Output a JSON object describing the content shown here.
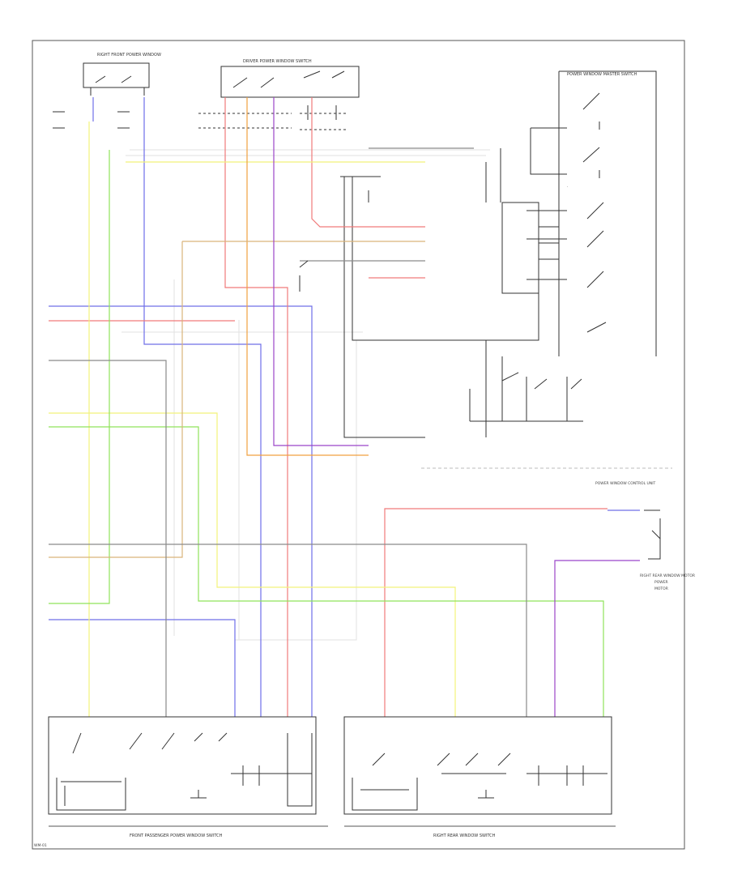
{
  "colors": {
    "blue": "#6f6fe8",
    "red": "#f07a7a",
    "yellow": "#f2f27a",
    "green": "#8fe35a",
    "orange": "#f0a040",
    "tan": "#d9b37a",
    "purple": "#9b45c9",
    "gray": "#8a8a8a",
    "dark": "#333333",
    "light": "#cccccc"
  },
  "labels": {
    "component_top_left": "RIGHT FRONT POWER WINDOW",
    "component_top_center": "DRIVER POWER WINDOW SWITCH",
    "component_right": "POWER WINDOW MASTER SWITCH",
    "control_unit": "POWER WINDOW CONTROL UNIT",
    "right_rear_window": "RIGHT REAR WINDOW MOTOR",
    "right_rear_window_2": "POWER",
    "right_rear_window_3": "MOTOR",
    "bottom_left_component": "FRONT PASSENGER POWER WINDOW SWITCH",
    "bottom_right_component": "RIGHT REAR WINDOW SWITCH",
    "corner_code": "WM-01"
  }
}
